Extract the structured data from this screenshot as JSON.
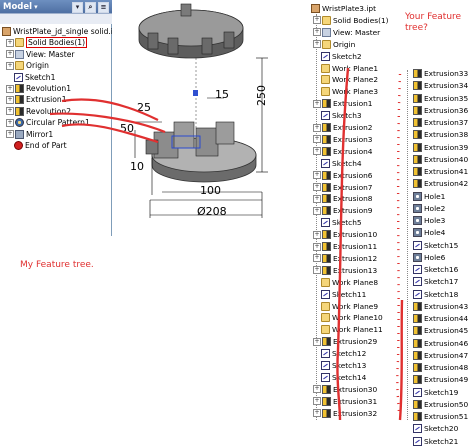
{
  "left_panel": {
    "header_title": "Model",
    "header_dropdown": "▾",
    "tree": [
      {
        "label": "WristPlate_jd_single solid.ipt",
        "icon": "part-icon",
        "expander": ""
      },
      {
        "label": "Solid Bodies(1)",
        "icon": "folder-icon",
        "expander": "+"
      },
      {
        "label": "View: Master",
        "icon": "view-icon",
        "expander": "+"
      },
      {
        "label": "Origin",
        "icon": "folder-icon",
        "expander": "+"
      },
      {
        "label": "Sketch1",
        "icon": "sketch-icon",
        "expander": ""
      },
      {
        "label": "Revolution1",
        "icon": "feature-icon",
        "expander": "+"
      },
      {
        "label": "Extrusion1",
        "icon": "feature-icon",
        "expander": "+"
      },
      {
        "label": "Revolution2",
        "icon": "feature-icon",
        "expander": "+"
      },
      {
        "label": "Circular Pattern1",
        "icon": "circular-pattern-icon",
        "expander": "+"
      },
      {
        "label": "Mirror1",
        "icon": "mirror-icon",
        "expander": "+"
      },
      {
        "label": "End of Part",
        "icon": "end-of-part-icon",
        "expander": ""
      }
    ],
    "dimensions": {
      "d15": "15",
      "d25": "25",
      "d250": "250",
      "d50": "50",
      "d10": "10",
      "d100": "100",
      "d208": "Ø208"
    }
  },
  "captions": {
    "left": "My Feature tree.",
    "right_line1": "Your Feature",
    "right_line2": "tree?"
  },
  "right_panel": {
    "column1": [
      {
        "label": "WristPlate3.ipt",
        "icon": "part-icon",
        "expander": ""
      },
      {
        "label": "Solid Bodies(1)",
        "icon": "folder-icon",
        "expander": "+"
      },
      {
        "label": "View: Master",
        "icon": "view-icon",
        "expander": "+"
      },
      {
        "label": "Origin",
        "icon": "folder-icon",
        "expander": "+"
      },
      {
        "label": "Sketch2",
        "icon": "sketch-icon",
        "expander": ""
      },
      {
        "label": "Work Plane1",
        "icon": "folder-icon",
        "expander": ""
      },
      {
        "label": "Work Plane2",
        "icon": "folder-icon",
        "expander": ""
      },
      {
        "label": "Work Plane3",
        "icon": "folder-icon",
        "expander": ""
      },
      {
        "label": "Extrusion1",
        "icon": "feature-icon",
        "expander": "+"
      },
      {
        "label": "Sketch3",
        "icon": "sketch-icon",
        "expander": ""
      },
      {
        "label": "Extrusion2",
        "icon": "feature-icon",
        "expander": "+"
      },
      {
        "label": "Extrusion3",
        "icon": "feature-icon",
        "expander": "+"
      },
      {
        "label": "Extrusion4",
        "icon": "feature-icon",
        "expander": "+"
      },
      {
        "label": "Sketch4",
        "icon": "sketch-icon",
        "expander": ""
      },
      {
        "label": "Extrusion6",
        "icon": "feature-icon",
        "expander": "+"
      },
      {
        "label": "Extrusion7",
        "icon": "feature-icon",
        "expander": "+"
      },
      {
        "label": "Extrusion8",
        "icon": "feature-icon",
        "expander": "+"
      },
      {
        "label": "Extrusion9",
        "icon": "feature-icon",
        "expander": "+"
      },
      {
        "label": "Sketch5",
        "icon": "sketch-icon",
        "expander": ""
      },
      {
        "label": "Extrusion10",
        "icon": "feature-icon",
        "expander": "+"
      },
      {
        "label": "Extrusion11",
        "icon": "feature-icon",
        "expander": "+"
      },
      {
        "label": "Extrusion12",
        "icon": "feature-icon",
        "expander": "+"
      },
      {
        "label": "Extrusion13",
        "icon": "feature-icon",
        "expander": "+"
      },
      {
        "label": "Work Plane8",
        "icon": "folder-icon",
        "expander": ""
      },
      {
        "label": "Sketch11",
        "icon": "sketch-icon",
        "expander": ""
      },
      {
        "label": "Work Plane9",
        "icon": "folder-icon",
        "expander": ""
      },
      {
        "label": "Work Plane10",
        "icon": "folder-icon",
        "expander": ""
      },
      {
        "label": "Work Plane11",
        "icon": "folder-icon",
        "expander": ""
      },
      {
        "label": "Extrusion29",
        "icon": "feature-icon",
        "expander": "+"
      },
      {
        "label": "Sketch12",
        "icon": "sketch-icon",
        "expander": ""
      },
      {
        "label": "Sketch13",
        "icon": "sketch-icon",
        "expander": ""
      },
      {
        "label": "Sketch14",
        "icon": "sketch-icon",
        "expander": ""
      },
      {
        "label": "Extrusion30",
        "icon": "feature-icon",
        "expander": "+"
      },
      {
        "label": "Extrusion31",
        "icon": "feature-icon",
        "expander": "+"
      },
      {
        "label": "Extrusion32",
        "icon": "feature-icon",
        "expander": "+"
      }
    ],
    "column2": [
      {
        "label": "Extrusion33",
        "icon": "feature-icon"
      },
      {
        "label": "Extrusion34",
        "icon": "feature-icon"
      },
      {
        "label": "Extrusion35",
        "icon": "feature-icon"
      },
      {
        "label": "Extrusion36",
        "icon": "feature-icon"
      },
      {
        "label": "Extrusion37",
        "icon": "feature-icon"
      },
      {
        "label": "Extrusion38",
        "icon": "feature-icon"
      },
      {
        "label": "Extrusion39",
        "icon": "feature-icon"
      },
      {
        "label": "Extrusion40",
        "icon": "feature-icon"
      },
      {
        "label": "Extrusion41",
        "icon": "feature-icon"
      },
      {
        "label": "Extrusion42",
        "icon": "feature-icon"
      },
      {
        "label": "Hole1",
        "icon": "hole-icon"
      },
      {
        "label": "Hole2",
        "icon": "hole-icon"
      },
      {
        "label": "Hole3",
        "icon": "hole-icon"
      },
      {
        "label": "Hole4",
        "icon": "hole-icon"
      },
      {
        "label": "Sketch15",
        "icon": "sketch-icon"
      },
      {
        "label": "Hole6",
        "icon": "hole-icon"
      },
      {
        "label": "Sketch16",
        "icon": "sketch-icon"
      },
      {
        "label": "Sketch17",
        "icon": "sketch-icon"
      },
      {
        "label": "Sketch18",
        "icon": "sketch-icon"
      },
      {
        "label": "Extrusion43",
        "icon": "feature-icon"
      },
      {
        "label": "Extrusion44",
        "icon": "feature-icon"
      },
      {
        "label": "Extrusion45",
        "icon": "feature-icon"
      },
      {
        "label": "Extrusion46",
        "icon": "feature-icon"
      },
      {
        "label": "Extrusion47",
        "icon": "feature-icon"
      },
      {
        "label": "Extrusion48",
        "icon": "feature-icon"
      },
      {
        "label": "Extrusion49",
        "icon": "feature-icon"
      },
      {
        "label": "Sketch19",
        "icon": "sketch-icon"
      },
      {
        "label": "Extrusion50",
        "icon": "feature-icon"
      },
      {
        "label": "Extrusion51",
        "icon": "feature-icon"
      },
      {
        "label": "Sketch20",
        "icon": "sketch-icon"
      },
      {
        "label": "Sketch21",
        "icon": "sketch-icon"
      }
    ]
  },
  "colors": {
    "annotation_red": "#e03030",
    "header_blue": "#35558a",
    "selection_red": "#d00000"
  }
}
